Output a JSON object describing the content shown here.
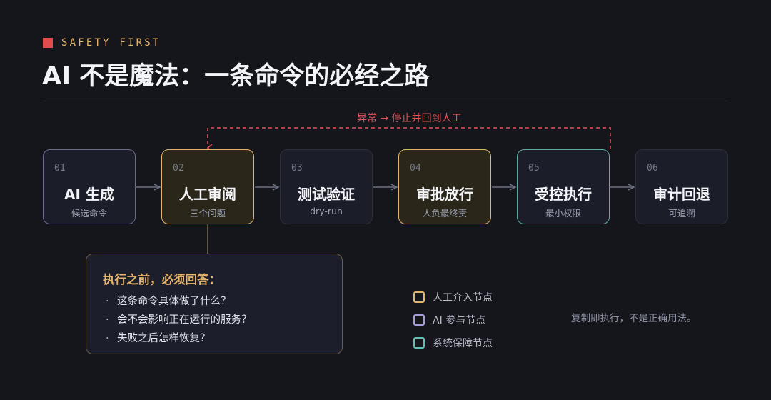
{
  "eyebrow": "SAFETY FIRST",
  "title": "AI 不是魔法：一条命令的必经之路",
  "loop_label": "异常 → 停止并回到人工",
  "steps": [
    {
      "num": "01",
      "name": "AI 生成",
      "sub": "候选命令",
      "kind": "ai"
    },
    {
      "num": "02",
      "name": "人工审阅",
      "sub": "三个问题",
      "kind": "human"
    },
    {
      "num": "03",
      "name": "测试验证",
      "sub": "dry-run",
      "kind": "neutral"
    },
    {
      "num": "04",
      "name": "审批放行",
      "sub": "人负最终责",
      "kind": "human"
    },
    {
      "num": "05",
      "name": "受控执行",
      "sub": "最小权限",
      "kind": "system"
    },
    {
      "num": "06",
      "name": "审计回退",
      "sub": "可追溯",
      "kind": "neutral"
    }
  ],
  "callout": {
    "title": "执行之前，必须回答：",
    "bullet": "·",
    "items": [
      "这条命令具体做了什么？",
      "会不会影响正在运行的服务？",
      "失败之后怎样恢复？"
    ]
  },
  "legend": [
    {
      "label": "人工介入节点",
      "color": "#e3b56a"
    },
    {
      "label": "AI 参与节点",
      "color": "#a59ddb"
    },
    {
      "label": "系统保障节点",
      "color": "#5fbfb2"
    }
  ],
  "note": "复制即执行，不是正确用法。",
  "colors": {
    "accent_red": "#e24c4c",
    "human": "#e3b56a",
    "ai": "#6f6a95",
    "system": "#5fa99e",
    "arrow": "#6d7183"
  },
  "icons": {
    "eyebrow_marker": "red-square",
    "flow_arrow": "arrow-right",
    "loop_arrow": "dashed-return-arrow"
  }
}
